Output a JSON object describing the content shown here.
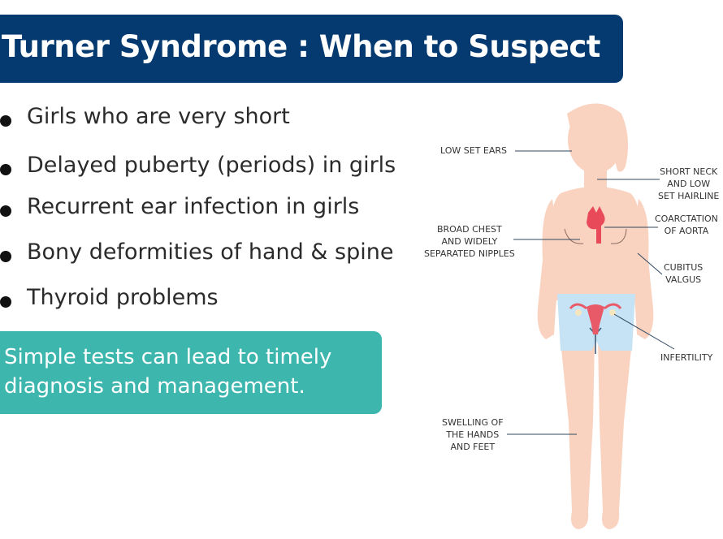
{
  "title": "Turner Syndrome : When to Suspect",
  "bullets": [
    "Girls who are very short",
    "Delayed puberty (periods) in girls",
    "Recurrent ear infection in girls",
    "Bony deformities of hand & spine",
    "Thyroid problems"
  ],
  "callout": "Simple tests can lead to timely diagnosis and management.",
  "labels": {
    "ears": "LOW SET EARS",
    "neck": [
      "SHORT NECK",
      "AND LOW",
      "SET HAIRLINE"
    ],
    "chest": [
      "BROAD CHEST",
      "AND WIDELY",
      "SEPARATED NIPPLES"
    ],
    "aorta": [
      "COARCTATION",
      "OF AORTA"
    ],
    "cubitus": [
      "CUBITUS",
      "VALGUS"
    ],
    "infertility": "INFERTILITY",
    "swelling": [
      "SWELLING OF",
      "THE HANDS",
      "AND FEET"
    ]
  },
  "colors": {
    "title_bg": "#043a70",
    "callout_bg": "#3db6ae",
    "skin": "#f9d3c0",
    "shorts": "#c5e3f4",
    "organ": "#e84a5a"
  }
}
